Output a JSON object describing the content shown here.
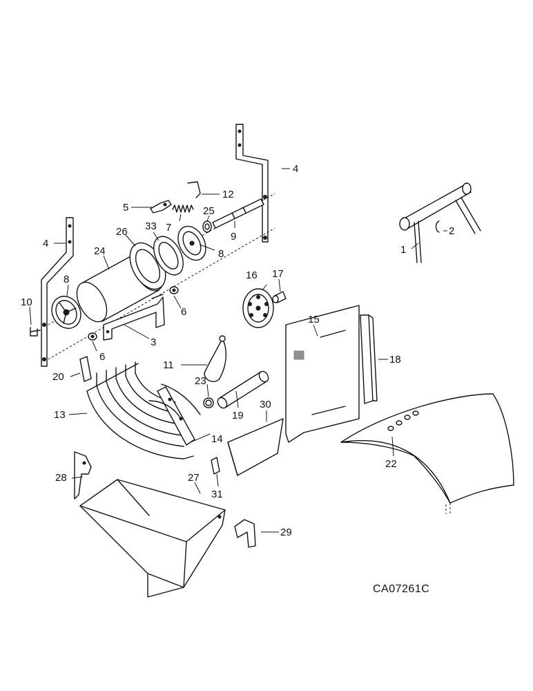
{
  "callouts": {
    "c1": "1",
    "c2": "2",
    "c3": "3",
    "c4a": "4",
    "c4b": "4",
    "c5": "5",
    "c6a": "6",
    "c6b": "6",
    "c7": "7",
    "c8a": "8",
    "c8b": "8",
    "c9": "9",
    "c10": "10",
    "c11": "11",
    "c12": "12",
    "c13": "13",
    "c14": "14",
    "c15": "15",
    "c16": "16",
    "c17": "17",
    "c18": "18",
    "c19": "19",
    "c20": "20",
    "c22": "22",
    "c23": "23",
    "c24": "24",
    "c25": "25",
    "c26": "26",
    "c27": "27",
    "c28": "28",
    "c29": "29",
    "c30": "30",
    "c31": "31",
    "c33": "33"
  },
  "drawing_code": "CA07261C"
}
